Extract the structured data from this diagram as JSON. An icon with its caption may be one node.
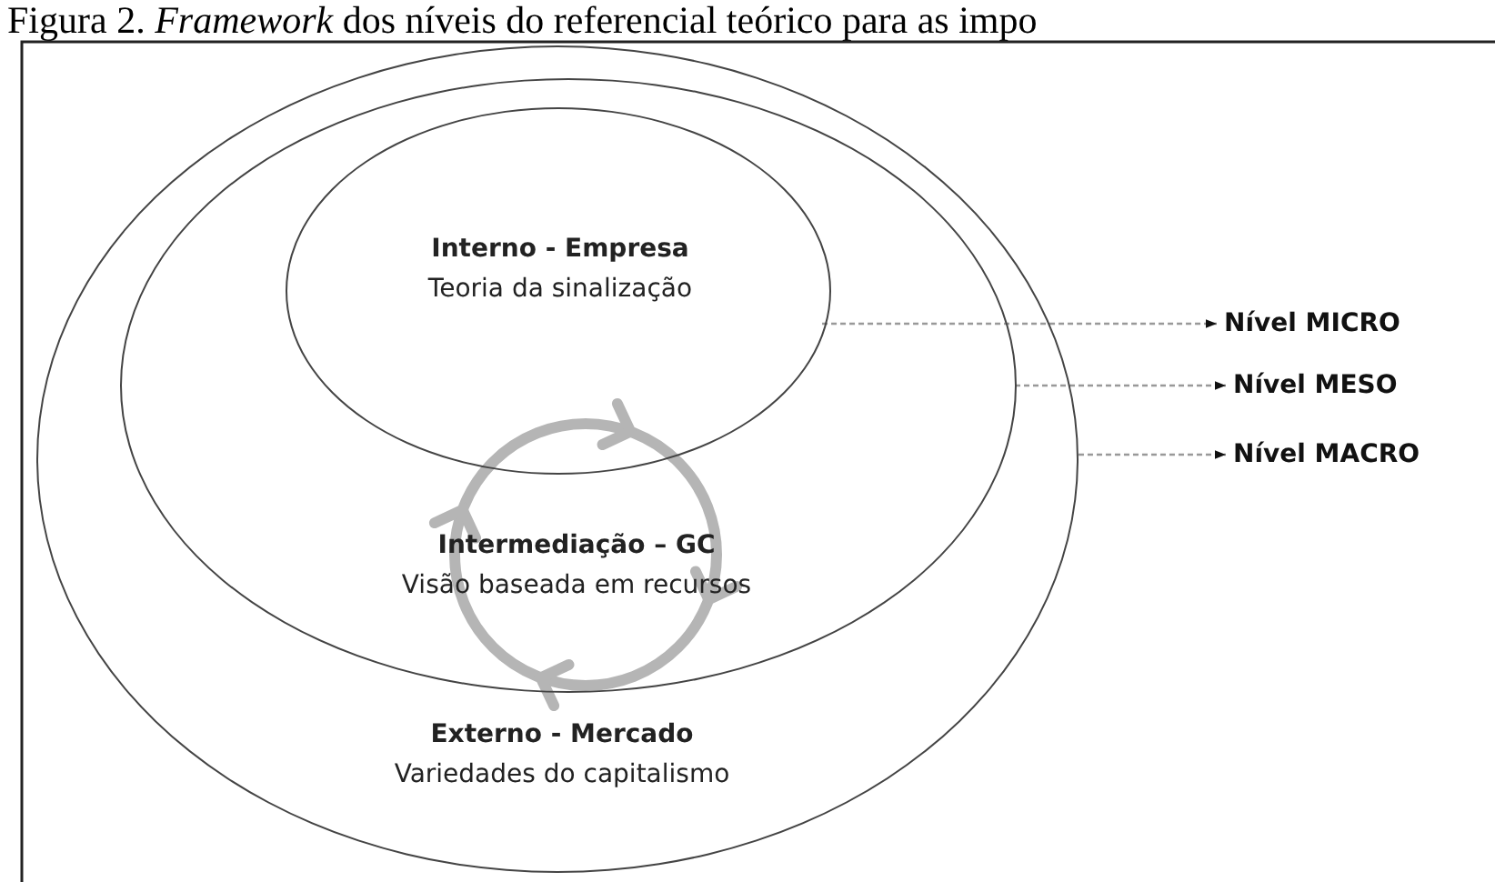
{
  "diagram": {
    "title": "Figura 2. *Framework* dos níveis do referencial teórico para as impo",
    "nodes": [
      {
        "text": [
          "Externo - Mercado",
          "Variedades do capitalismo"
        ]
      },
      {
        "text": [
          "Intermediação – GC",
          "Visão baseada em recursos"
        ],
        "in": 0
      },
      {
        "text": [
          "Interno - Empresa",
          "Teoria da sinalização"
        ],
        "in": 1
      },
      {
        "text": [
          "Nível MICRO"
        ]
      },
      {
        "text": [
          "Nível MESO"
        ]
      },
      {
        "text": [
          "Nível MACRO"
        ]
      }
    ],
    "edges": [
      {
        "from": 2,
        "to": 3,
        "arrow": "to",
        "style": "dashed"
      },
      {
        "from": 1,
        "to": 4,
        "arrow": "to",
        "style": "dashed"
      },
      {
        "from": 0,
        "to": 5,
        "arrow": "to",
        "style": "dashed"
      }
    ]
  }
}
